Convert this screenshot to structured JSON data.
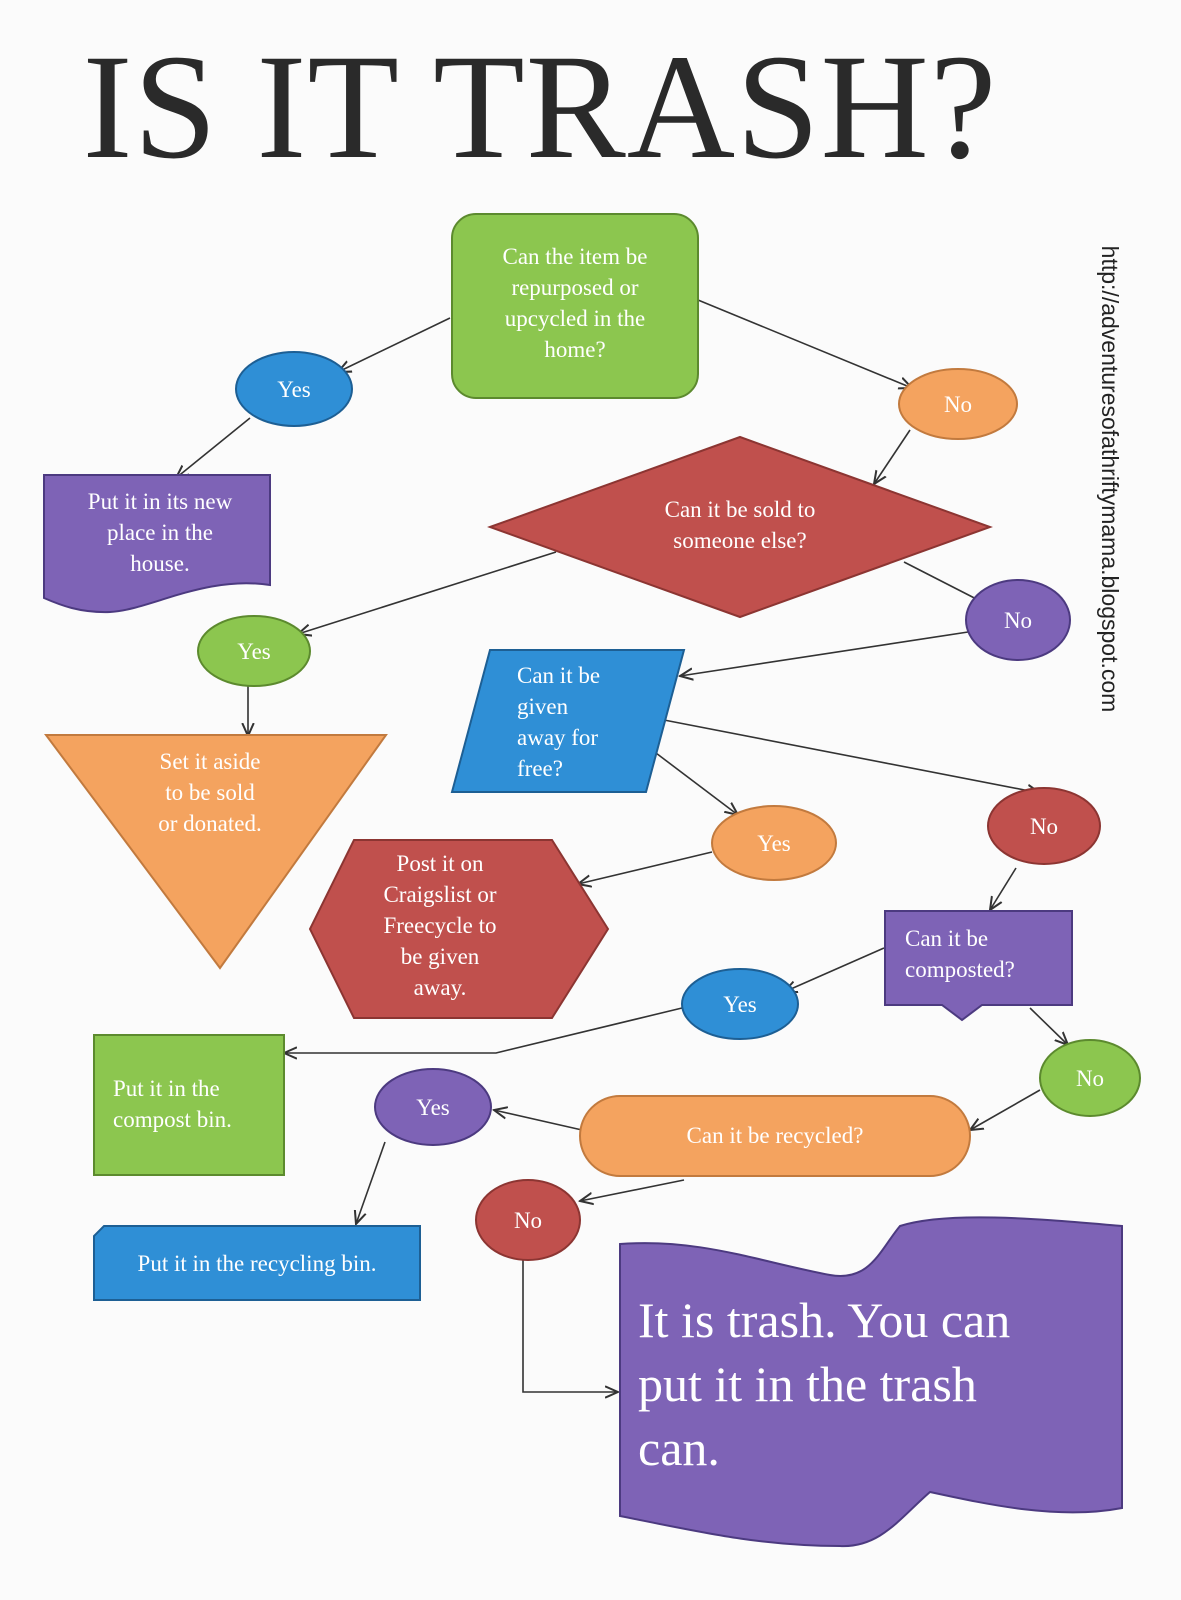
{
  "title": "IS IT TRASH?",
  "source_url": "http://adventuresofathriftymama.blogspot.com",
  "colors": {
    "green": "#8cc64f",
    "blue": "#2f8fd6",
    "orange": "#f4a35f",
    "purple": "#7e63b6",
    "red": "#c0504d",
    "edge": "#333333"
  },
  "nodes": {
    "q_repurpose": "Can the item be\nrepurposed or\nupcycled in the\nhome?",
    "yes_1": "Yes",
    "no_1": "No",
    "new_place": "Put it in its new\nplace in the\nhouse.",
    "q_sold": "Can it be sold to\nsomeone else?",
    "yes_2": "Yes",
    "no_2": "No",
    "set_aside": "Set it aside\nto be sold\n or donated.",
    "q_given": "Can it be\ngiven\naway for\nfree?",
    "yes_3": "Yes",
    "no_3": "No",
    "post_it": "Post it on\nCraigslist or\nFreecycle to\nbe given\naway.",
    "q_composted": "Can it be\ncomposted?",
    "yes_4": "Yes",
    "no_4": "No",
    "compost_bin": "Put it in the\ncompost bin.",
    "q_recycled": "Can it be recycled?",
    "yes_5": "Yes",
    "no_5": "No",
    "recycling_bin": "Put it in the recycling bin.",
    "trash": "It is trash.  You can\nput it in the trash\ncan."
  }
}
